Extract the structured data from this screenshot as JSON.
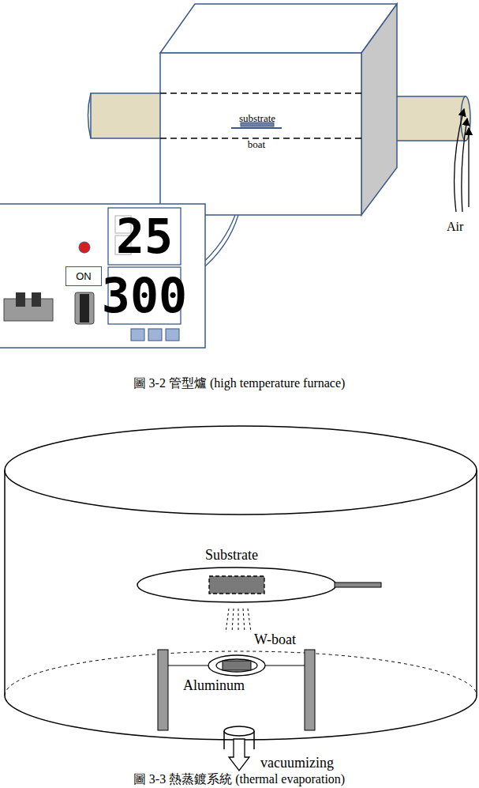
{
  "diagram": {
    "nodes": [
      {
        "text": [
          "25"
        ]
      },
      {
        "text": [
          "300"
        ]
      },
      {
        "text": [
          "ON"
        ]
      }
    ],
    "labels": [
      "substrate",
      "boat",
      "Air",
      "圖 3-2 管型爐 (high temperature furnace)",
      "Substrate",
      "W-boat",
      "Aluminum",
      "vacuumizing",
      "圖 3-3 熱蒸鍍系統 (thermal evaporation)"
    ]
  }
}
